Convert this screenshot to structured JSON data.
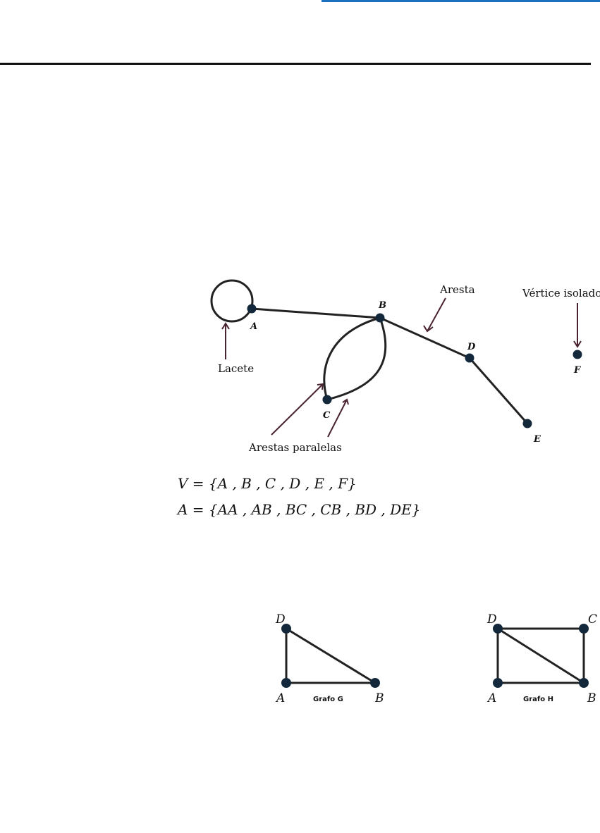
{
  "main_graph": {
    "labels": {
      "aresta": "Aresta",
      "vertice_isolado": "Vértice isolado",
      "lacete": "Lacete",
      "arestas_paralelas": "Arestas paralelas"
    },
    "vertices": {
      "A": "A",
      "B": "B",
      "C": "C",
      "D": "D",
      "E": "E",
      "F": "F"
    }
  },
  "sets": {
    "vertices_line": "V = {A , B , C , D , E , F}",
    "edges_line": "A = {AA , AB , BC , CB , BD , DE}"
  },
  "graph_g": {
    "caption": "Grafo G",
    "vertices": {
      "A": "A",
      "B": "B",
      "D": "D"
    }
  },
  "graph_h": {
    "caption": "Grafo H",
    "vertices": {
      "A": "A",
      "B": "B",
      "C": "C",
      "D": "D"
    }
  },
  "colors": {
    "accent": "#1f6fbf",
    "node": "#13283b",
    "arrow": "#4a2331"
  }
}
